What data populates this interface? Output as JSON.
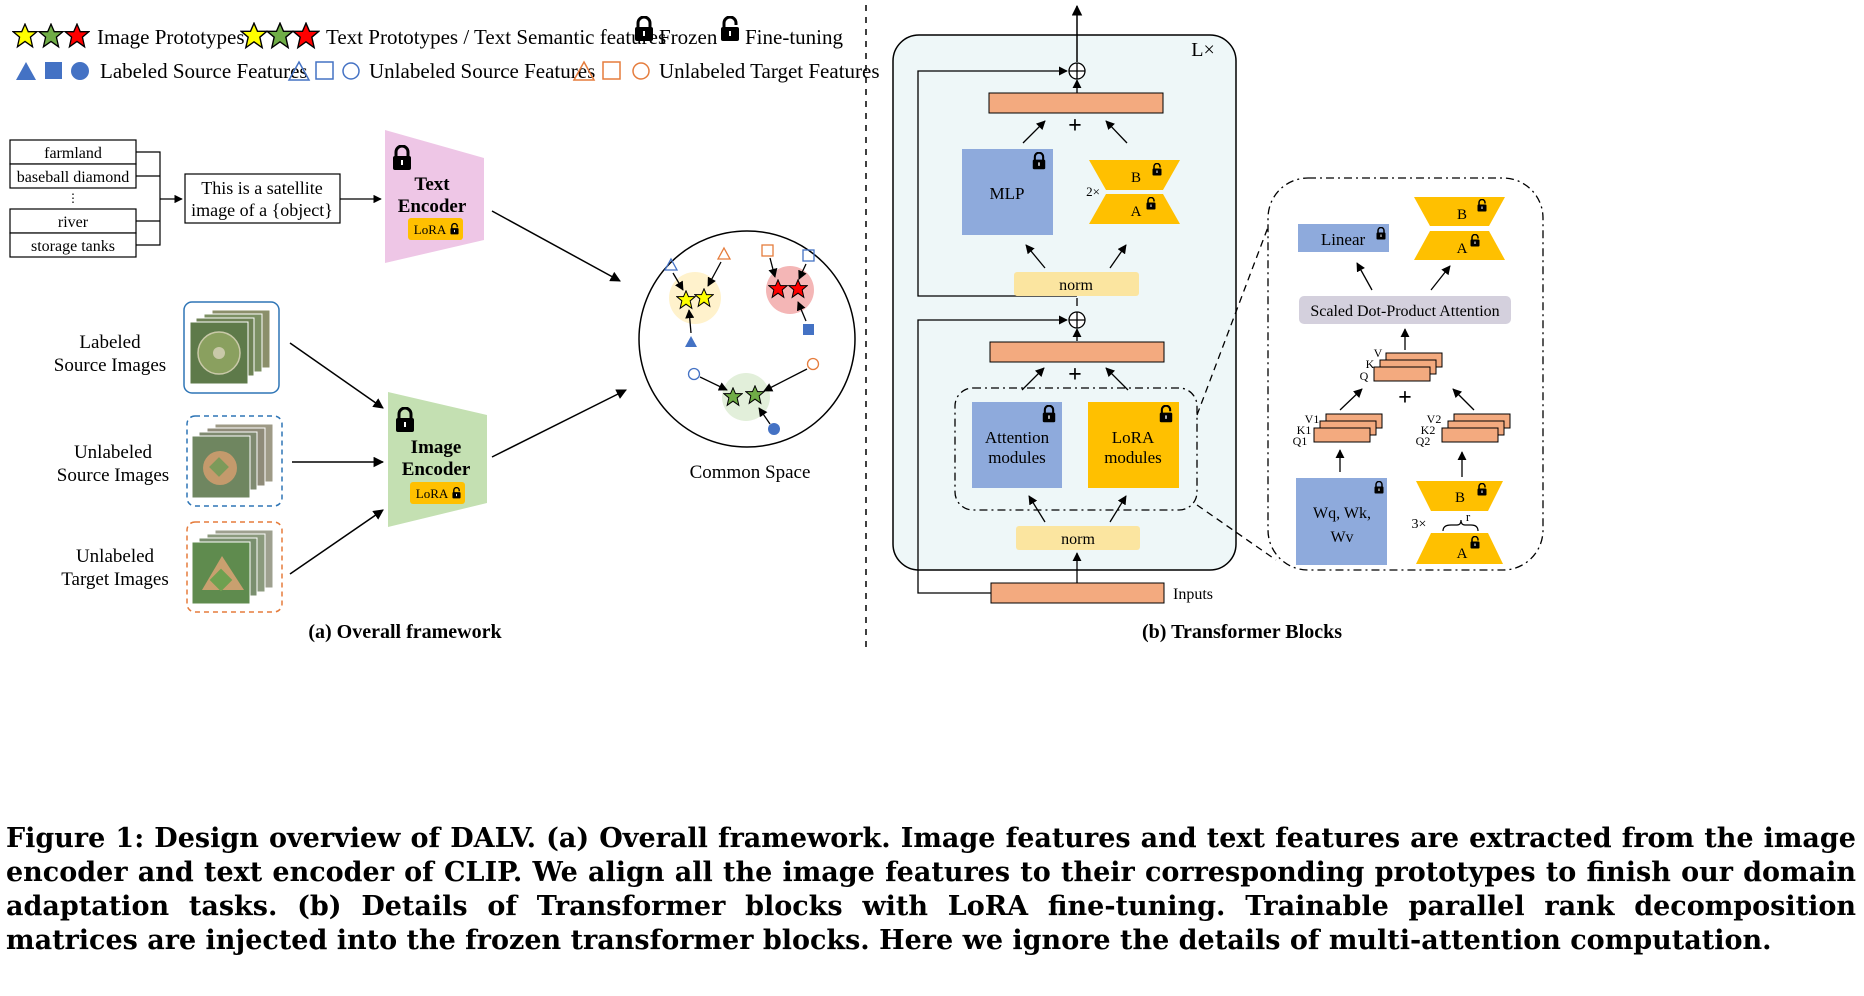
{
  "legend": {
    "image_prototypes": "Image Prototypes",
    "text_prototypes": "Text Prototypes / Text Semantic features",
    "frozen": "Frozen",
    "fine_tuning": "Fine-tuning",
    "labeled_source": "Labeled Source Features",
    "unlabeled_source": "Unlabeled Source Features",
    "unlabeled_target": "Unlabeled Target Features"
  },
  "overall": {
    "classes": [
      "farmland",
      "baseball diamond",
      "river",
      "storage tanks"
    ],
    "ellipsis": "⋮",
    "prompt_line1": "This is a satellite",
    "prompt_line2": "image of a {object}",
    "text_encoder_line1": "Text",
    "text_encoder_line2": "Encoder",
    "image_encoder_line1": "Image",
    "image_encoder_line2": "Encoder",
    "lora": "LoRA",
    "labeled_src_line1": "Labeled",
    "labeled_src_line2": "Source Images",
    "unlabeled_src_line1": "Unlabeled",
    "unlabeled_src_line2": "Source Images",
    "unlabeled_tgt_line1": "Unlabeled",
    "unlabeled_tgt_line2": "Target Images",
    "common_space": "Common Space",
    "subtitle": "(a) Overall framework"
  },
  "transformer": {
    "repeat": "L×",
    "mlp": "MLP",
    "b": "B",
    "a": "A",
    "two_x": "2×",
    "three_x": "3×",
    "plus": "+",
    "norm": "norm",
    "attention_line1": "Attention",
    "attention_line2": "modules",
    "lora_line1": "LoRA",
    "lora_line2": "modules",
    "inputs": "Inputs",
    "linear": "Linear",
    "sdpa": "Scaled Dot-Product Attention",
    "v": "V",
    "k": "K",
    "q": "Q",
    "v1": "V1",
    "k1": "K1",
    "q1": "Q1",
    "v2": "V2",
    "k2": "K2",
    "q2": "Q2",
    "wq": "Wq, Wk,",
    "wv": "Wv",
    "r": "r",
    "subtitle": "(b) Transformer Blocks"
  },
  "caption": "Figure 1: Design overview of DALV. (a) Overall framework. Image features and text features are extracted from the image encoder and text encoder of CLIP. We align all the image features to their corresponding prototypes to finish our domain adaptation tasks. (b) Details of Transformer blocks with LoRA fine-tuning. Trainable parallel rank decomposition matrices are injected into the frozen transformer blocks. Here we ignore the details of multi-attention computation.",
  "colors": {
    "orange": "#f3aa7f",
    "blue_block": "#8eaadc",
    "gold": "#ffc000",
    "norm": "#fbe5a0",
    "text_encoder": "#eec6e6",
    "image_encoder": "#c4e0b2",
    "panel_bg": "#eef7f8",
    "sdpa_bg": "#d4d0dd",
    "feature_blue": "#4472c4",
    "feature_orange": "#e57c3c",
    "star_yellow": "#ffff00",
    "star_green": "#70ad47",
    "star_red": "#ff0000"
  }
}
